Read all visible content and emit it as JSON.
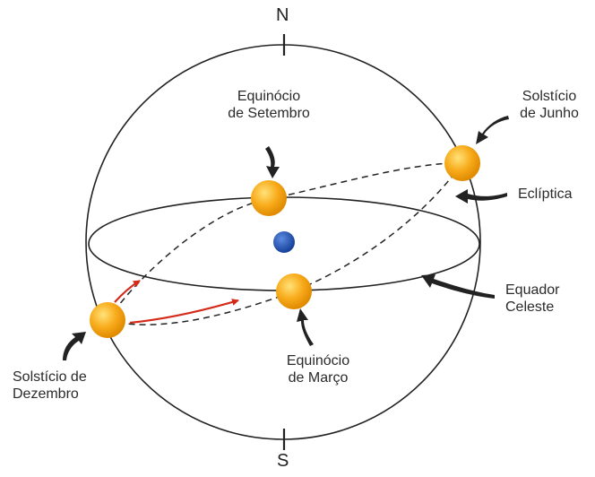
{
  "poles": {
    "north": "N",
    "south": "S"
  },
  "labels": {
    "equinox_september": [
      "Equinócio",
      "de Setembro"
    ],
    "solstice_june": [
      "Solstício",
      "de Junho"
    ],
    "ecliptic": "Eclíptica",
    "celestial_equator": [
      "Equador",
      "Celeste"
    ],
    "equinox_march": [
      "Equinócio",
      "de Março"
    ],
    "solstice_december": [
      "Solstício de",
      "Dezembro"
    ]
  },
  "colors": {
    "sun_fill": "#f5a012",
    "sun_highlight": "#ffd95a",
    "earth_fill": "#1f4fb0",
    "motion_arrow": "#d42a1a",
    "outline": "#222222"
  },
  "icons": [
    "sun-icon",
    "earth-icon",
    "pointer-arrow-icon",
    "motion-arrow-icon"
  ]
}
